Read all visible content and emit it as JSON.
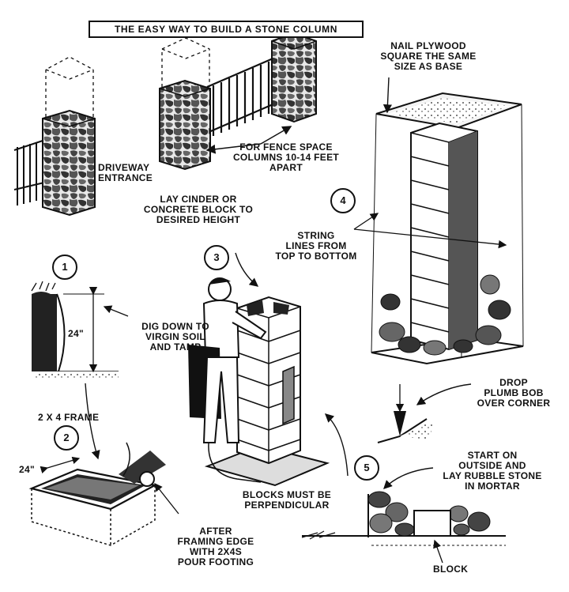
{
  "title": "THE EASY WAY TO BUILD A STONE COLUMN",
  "steps": [
    "1",
    "2",
    "3",
    "4",
    "5"
  ],
  "labels": {
    "driveway": "DRIVEWAY\nENTRANCE",
    "fence_space": "FOR FENCE SPACE\nCOLUMNS 10-14 FEET\nAPART",
    "nail_plywood": "NAIL PLYWOOD\nSQUARE THE SAME\nSIZE AS BASE",
    "lay_block": "LAY CINDER OR\nCONCRETE BLOCK TO\nDESIRED HEIGHT",
    "string_lines": "STRING\nLINES FROM\nTOP TO BOTTOM",
    "dig_down": "DIG DOWN TO\nVIRGIN SOIL\nAND TAMP",
    "depth": "24\"",
    "frame": "2 X 4 FRAME",
    "width": "24\"",
    "after_framing": "AFTER\nFRAMING EDGE\nWITH 2X4s\nPOUR FOOTING",
    "blocks_perpendicular": "BLOCKS MUST BE\nPERPENDICULAR",
    "plumb_bob": "DROP\nPLUMB BOB\nOVER CORNER",
    "start_outside": "START ON\nOUTSIDE AND\nLAY RUBBLE STONE\nIN MORTAR",
    "block": "BLOCK"
  }
}
